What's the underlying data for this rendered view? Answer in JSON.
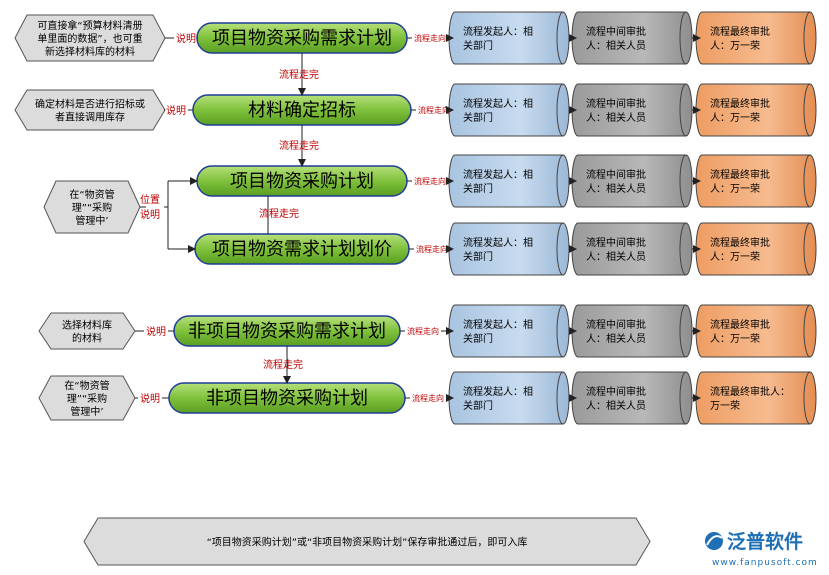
{
  "processes": [
    {
      "id": "p1",
      "label": "项目物资采购需求计划"
    },
    {
      "id": "p2",
      "label": "材料确定招标"
    },
    {
      "id": "p3",
      "label": "项目物资采购计划"
    },
    {
      "id": "p4",
      "label": "项目物资需求计划划价"
    },
    {
      "id": "p5",
      "label": "非项目物资采购需求计划"
    },
    {
      "id": "p6",
      "label": "非项目物资采购计划"
    }
  ],
  "notes": [
    {
      "id": "n1",
      "lines": [
        "可直接拿“预算材料清册",
        "单里面的数据”，也可重",
        "新选择材料库的材料"
      ]
    },
    {
      "id": "n2",
      "lines": [
        "确定材料是否进行招标或",
        "者直接调用库存"
      ]
    },
    {
      "id": "n3",
      "lines": [
        "在“物资管",
        "理”“采购",
        "管理中’"
      ]
    },
    {
      "id": "n4",
      "lines": [
        "选择材料库",
        "的材料"
      ]
    },
    {
      "id": "n5",
      "lines": [
        "在“物资管",
        "理”“采购",
        "管理中’"
      ]
    }
  ],
  "labels": {
    "explain": "说明",
    "position_explain": [
      "位置",
      "说明"
    ],
    "flow_done": "流程走完",
    "flow_dir": "流程走向"
  },
  "rows": [
    {
      "initiator": [
        "流程发起人：相",
        "关部门"
      ],
      "middle": [
        "流程中间审批",
        "人：相关人员"
      ],
      "final": [
        "流程最终审批",
        "人：万一荣"
      ]
    },
    {
      "initiator": [
        "流程发起人：相",
        "关部门"
      ],
      "middle": [
        "流程中间审批",
        "人：相关人员"
      ],
      "final": [
        "流程最终审批",
        "人：万一荣"
      ]
    },
    {
      "initiator": [
        "流程发起人：相",
        "关部门"
      ],
      "middle": [
        "流程中间审批",
        "人：相关人员"
      ],
      "final": [
        "流程最终审批",
        "人：万一荣"
      ]
    },
    {
      "initiator": [
        "流程发起人：相",
        "关部门"
      ],
      "middle": [
        "流程中间审批",
        "人：相关人员"
      ],
      "final": [
        "流程最终审批",
        "人：万一荣"
      ]
    },
    {
      "initiator": [
        "流程发起人：相",
        "关部门"
      ],
      "middle": [
        "流程中间审批",
        "人：相关人员"
      ],
      "final": [
        "流程最终审批",
        "人：万一荣"
      ]
    },
    {
      "initiator": [
        "流程发起人：相",
        "关部门"
      ],
      "middle": [
        "流程中间审批",
        "人：相关人员"
      ],
      "final": [
        "流程最终审批人：",
        "万一荣"
      ]
    }
  ],
  "footer": "“项目物资采购计划”或“非项目物资采购计划”保存审批通过后，即可入库",
  "logo": {
    "name": "泛普软件",
    "url": "www.fanpusoft.com"
  },
  "colors": {
    "blue": "#b4cde6",
    "gray": "#a6a6a6",
    "orange": "#f2a672",
    "green": "#7fc13c",
    "note": "#dcdcdc"
  }
}
